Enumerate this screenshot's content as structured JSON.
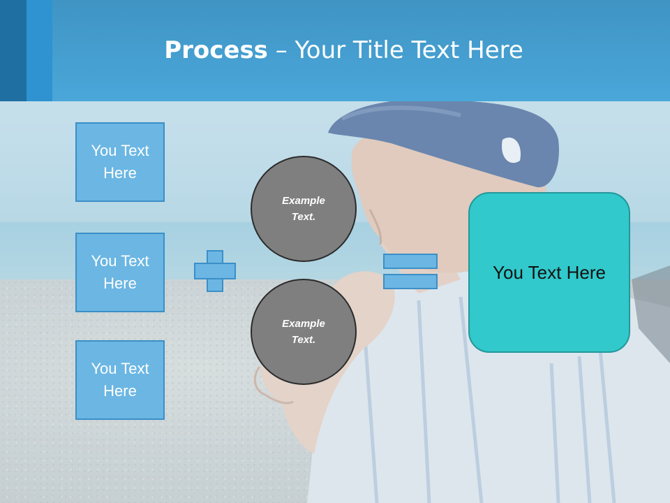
{
  "slide": {
    "title_bold": "Process",
    "title_rest": " – Your Title Text Here",
    "left_boxes": [
      {
        "text": "You Text Here"
      },
      {
        "text": "You Text Here"
      },
      {
        "text": "You Text Here"
      }
    ],
    "circles": [
      {
        "text": "Example Text."
      },
      {
        "text": "Example Text."
      }
    ],
    "result_text": "You Text Here"
  },
  "colors": {
    "header": "#4aa7d9",
    "box_fill": "#6bb6e3",
    "box_border": "#3b8fc7",
    "circle_fill": "#7f7f7f",
    "result_fill": "#31c9cb"
  }
}
